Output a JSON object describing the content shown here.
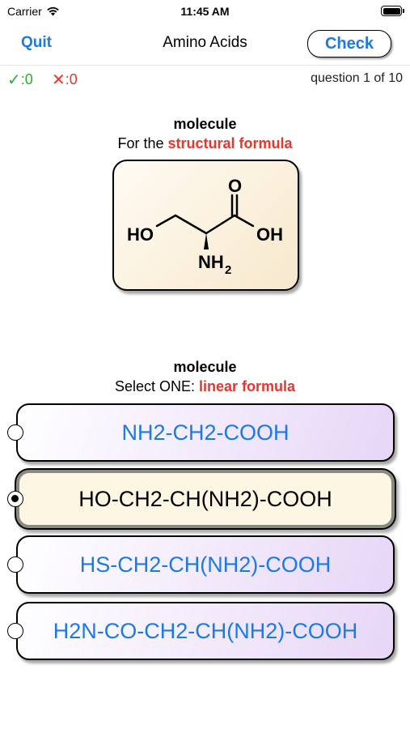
{
  "status": {
    "carrier": "Carrier",
    "time": "11:45 AM"
  },
  "nav": {
    "quit_label": "Quit",
    "title": "Amino Acids",
    "check_label": "Check"
  },
  "score": {
    "correct_icon": "✓",
    "correct_count": ":0",
    "wrong_icon": "✕",
    "wrong_count": ":0",
    "question_progress": "question 1 of 10"
  },
  "question": {
    "label": "molecule",
    "prompt_prefix": "For the ",
    "prompt_highlight": "structural formula",
    "structure_atoms": {
      "hydroxyl": "HO",
      "carbonyl_oxygen": "O",
      "acid_hydroxyl": "OH",
      "amine": "NH",
      "amine_subscript": "2"
    }
  },
  "answer_section": {
    "label": "molecule",
    "prompt_prefix": "Select ONE: ",
    "prompt_highlight": "linear formula"
  },
  "answers": [
    {
      "text": "NH2-CH2-COOH",
      "selected": false
    },
    {
      "text": "HO-CH2-CH(NH2)-COOH",
      "selected": true
    },
    {
      "text": "HS-CH2-CH(NH2)-COOH",
      "selected": false
    },
    {
      "text": "H2N-CO-CH2-CH(NH2)-COOH",
      "selected": false
    }
  ],
  "colors": {
    "accent_blue": "#1a7ae6",
    "highlight_red": "#e8362c",
    "correct_green": "#2bb22b"
  }
}
